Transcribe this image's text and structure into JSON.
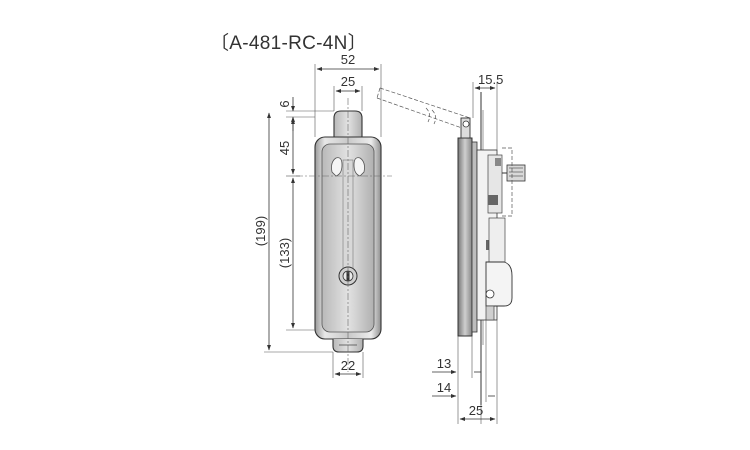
{
  "title": "〔A-481-RC-4N〕",
  "front_view": {
    "dims": {
      "overall_width": "52",
      "handle_width": "25",
      "top_offset": "6",
      "hinge_span": "45",
      "overall_height": "(199)",
      "inner_height": "(133)",
      "bottom_width": "22"
    }
  },
  "side_view": {
    "dims": {
      "top_depth": "15.5",
      "depth_a": "13",
      "depth_b": "14",
      "overall_depth": "25"
    }
  }
}
